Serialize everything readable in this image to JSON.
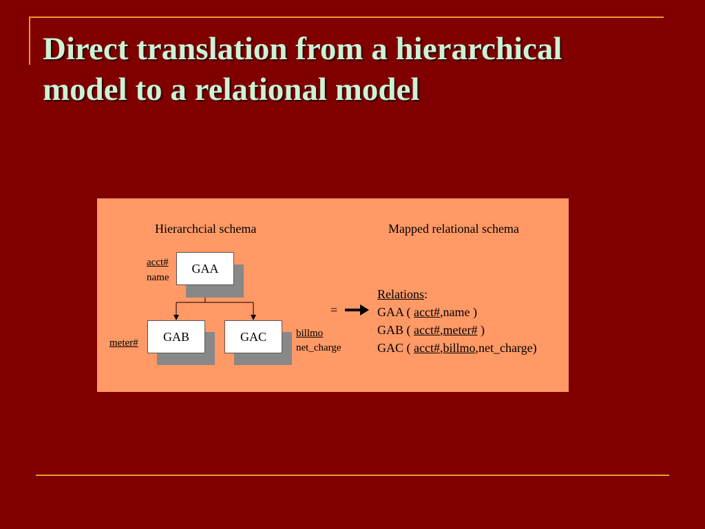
{
  "slide": {
    "title_line1": "Direct translation from a hierarchical",
    "title_line2": "model to a relational model"
  },
  "diagram": {
    "left_heading": "Hierarchcial schema",
    "right_heading": "Mapped relational schema",
    "gaa": {
      "label": "GAA",
      "key_field": "acct#",
      "field": "name"
    },
    "gab": {
      "label": "GAB",
      "key_field": "meter#"
    },
    "gac": {
      "label": "GAC",
      "key_field": "billmo",
      "field": "net_charge"
    },
    "equals": "=",
    "relations": {
      "heading": "Relations",
      "colon": ":",
      "gaa": {
        "prefix": "GAA ( ",
        "k1": "acct#",
        "rest": ",name )"
      },
      "gab": {
        "prefix": "GAB ( ",
        "k1": "acct#",
        "sep": ",",
        "k2": "meter#",
        "rest": " )"
      },
      "gac": {
        "prefix": "GAC ( ",
        "k1": "acct#",
        "sep": ",",
        "k2": "billmo",
        "rest": ",net_charge)"
      }
    }
  },
  "colors": {
    "background": "#800000",
    "accent": "#e8a030",
    "panel": "#ff9966",
    "title": "#ccf2d6"
  }
}
